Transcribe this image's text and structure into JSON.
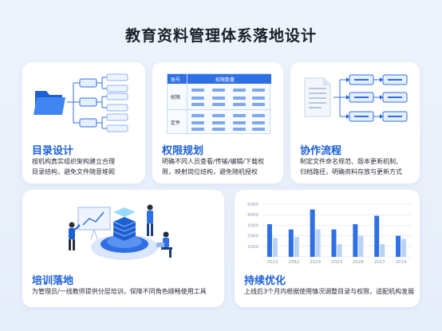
{
  "page_title": "教育资料管理体系落地设计",
  "cards": {
    "directory": {
      "title": "目录设计",
      "desc": [
        "按机构真实组织架构建立合理",
        "目录结构，避免文件随意堆砌"
      ]
    },
    "permission": {
      "title": "权限规划",
      "desc": [
        "明确不同人员查看/传输/编辑/下载权",
        "限，映射岗位结构，避免随机授权"
      ],
      "table_header_left": "账号",
      "table_header_right": "权限数量",
      "row_labels": [
        "权限",
        "定件"
      ]
    },
    "workflow": {
      "title": "协作流程",
      "desc": [
        "制定文件命名规范、版本更新机制、",
        "归档路径，明确资料存放与更新方式"
      ]
    },
    "training": {
      "title": "培训落地",
      "desc": [
        "为管理员/一线教师提供分层培训，保障不同角色顺畅使用工具"
      ]
    },
    "optimize": {
      "title": "持续优化",
      "desc": [
        "上线后3个月内根据使用情况调整目录与权限，适配机构发展"
      ]
    }
  },
  "colors": {
    "accent": "#1a5fd6",
    "bar_dark": "#2f6fe4",
    "bar_light": "#b9d2f5"
  },
  "chart_data": {
    "type": "bar",
    "categories": [
      "2023",
      "2062",
      "2019",
      "2023",
      "2026",
      "2017",
      "2019"
    ],
    "series": [
      {
        "values": [
          3100,
          2600,
          4500,
          2600,
          3100,
          3900,
          2000
        ]
      },
      {
        "values": [
          1800,
          1900,
          2600,
          1200,
          2000,
          1200,
          1700
        ]
      }
    ],
    "y_ticks": [
      "5000",
      "4000",
      "3000",
      "2000",
      "1000"
    ],
    "ylim": [
      0,
      5000
    ],
    "grid": true
  }
}
